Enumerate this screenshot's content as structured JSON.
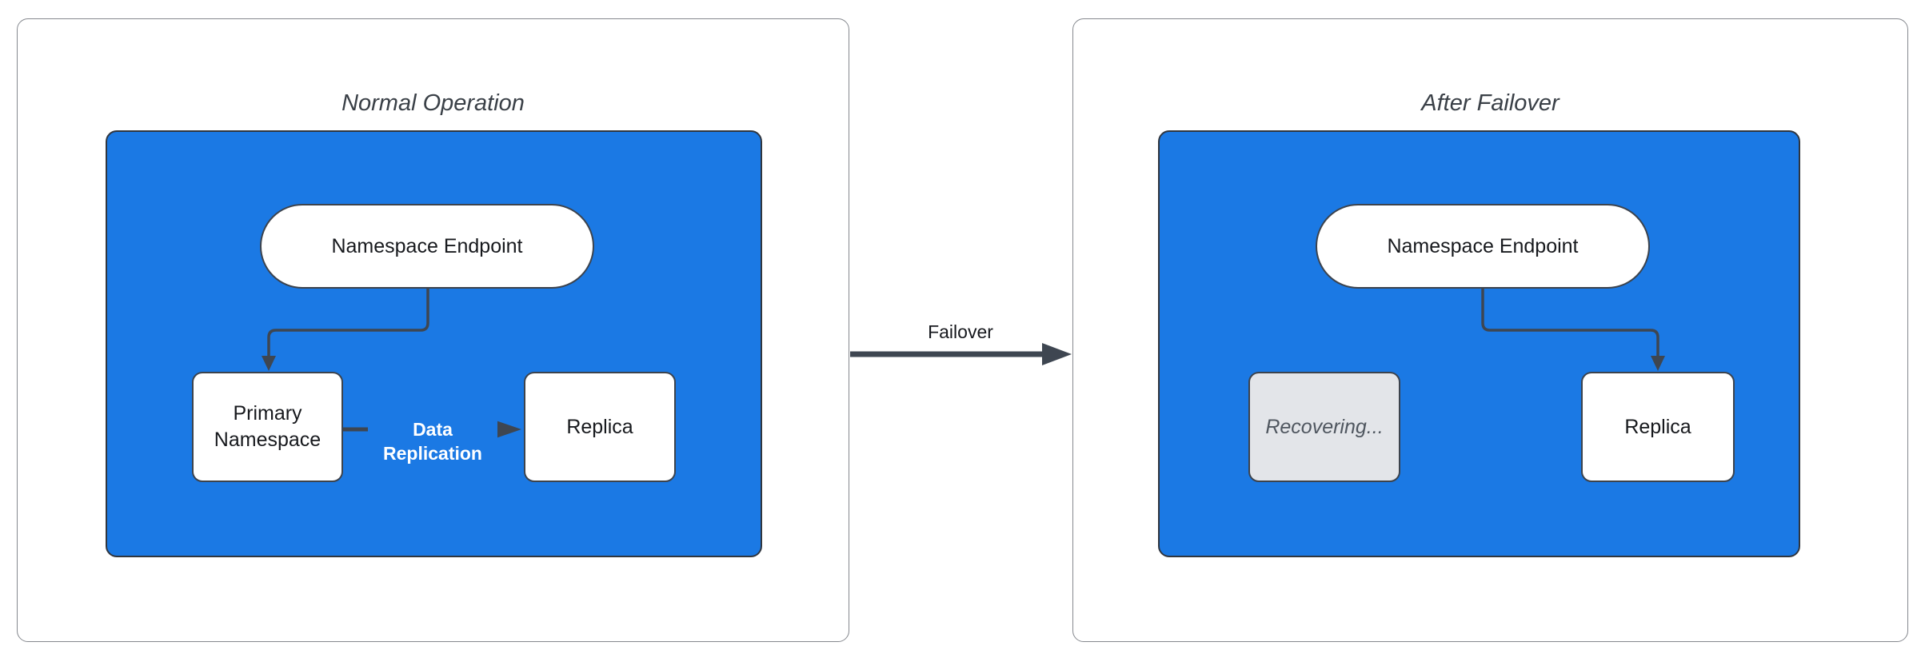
{
  "colors": {
    "cluster_fill": "#1B79E4",
    "stroke": "#3E4651",
    "node_border": "#3C434D",
    "node_fill": "#FFFFFF",
    "disabled_fill": "#E3E5E9",
    "disabled_text": "#4F565F",
    "title_text": "#3A4047",
    "node_text": "#17191D",
    "edge_label_on_blue": "#FFFFFF",
    "panel_border": "#85888E"
  },
  "panels": [
    {
      "title": "Normal Operation",
      "nodes": [
        {
          "id": "endpoint",
          "label": "Namespace Endpoint",
          "shape": "stadium"
        },
        {
          "id": "primary",
          "label": "Primary Namespace",
          "shape": "rect"
        },
        {
          "id": "replica",
          "label": "Replica",
          "shape": "rect"
        }
      ],
      "edges": [
        {
          "from": "endpoint",
          "to": "primary",
          "label": ""
        },
        {
          "from": "primary",
          "to": "replica",
          "label": "Data Replication"
        }
      ]
    },
    {
      "title": "After Failover",
      "nodes": [
        {
          "id": "endpoint",
          "label": "Namespace Endpoint",
          "shape": "stadium"
        },
        {
          "id": "recovering",
          "label": "Recovering...",
          "shape": "rect",
          "state": "disabled"
        },
        {
          "id": "replica",
          "label": "Replica",
          "shape": "rect"
        }
      ],
      "edges": [
        {
          "from": "endpoint",
          "to": "replica",
          "label": ""
        }
      ]
    }
  ],
  "transition": {
    "label": "Failover"
  }
}
